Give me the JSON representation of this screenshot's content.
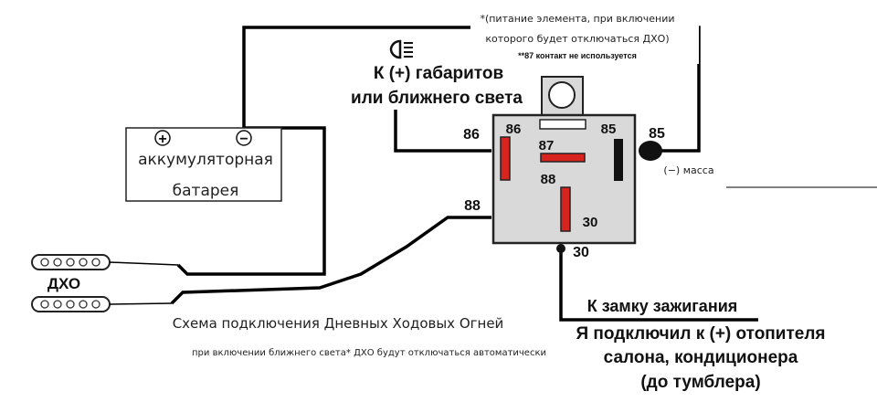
{
  "note": {
    "line1": "*(питание элемента, при включении",
    "line2": "которого будет отключаться ДХО)",
    "line3": "**87 контакт не используется"
  },
  "headlight_label": {
    "line1": "К (+) габаритов",
    "line2": "или ближнего света"
  },
  "battery": {
    "plus": "+",
    "minus": "−",
    "line1": "аккумуляторная",
    "line2": "батарея"
  },
  "relay": {
    "pin86": "86",
    "pin87": "87",
    "pin88": "88",
    "pin85": "85",
    "pin30": "30"
  },
  "outside_labels": {
    "p86": "86",
    "p85": "85",
    "p88": "88",
    "p30": "30",
    "ground": "(−) масса"
  },
  "drl_label": "ДХО",
  "ignition": {
    "label": "К замку зажигания",
    "line1": "Я подключил к (+) отопителя",
    "line2": "салона, кондиционера",
    "line3": "(до тумблера)"
  },
  "caption": {
    "title": "Схема подключения Дневных Ходовых Огней",
    "subtitle": "при включении ближнего света* ДХО будут отключаться автоматически"
  },
  "colors": {
    "wire": "#000000",
    "relay_body": "#d9d9d9",
    "pin_red": "#d8241f",
    "pin_black": "#111111"
  },
  "icons": [
    "headlight-icon",
    "drl-lamp-icon"
  ]
}
